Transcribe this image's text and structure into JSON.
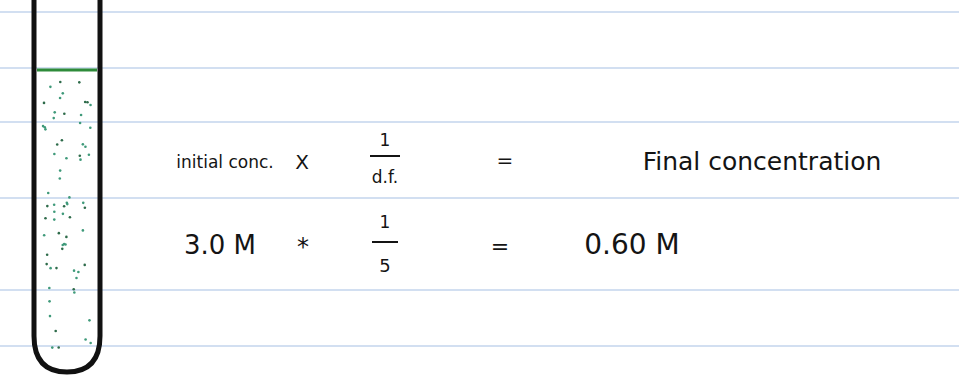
{
  "diagram": {
    "labels": [
      "initial conc.",
      "X",
      "1",
      "d.f.",
      "=",
      "Final concentration",
      "3.0 M",
      "*",
      "1",
      "5",
      "=",
      "0.60 M"
    ]
  }
}
